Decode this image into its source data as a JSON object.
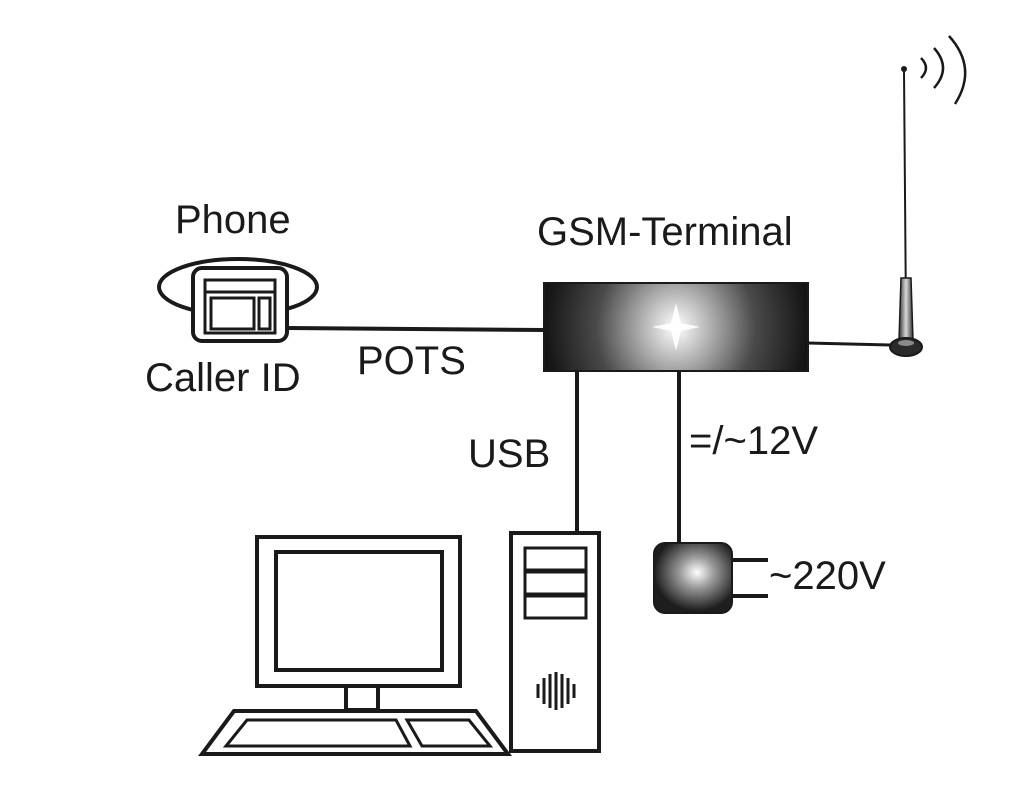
{
  "labels": {
    "phone": "Phone",
    "caller_id": "Caller ID",
    "pots": "POTS",
    "gsm_terminal": "GSM-Terminal",
    "usb": "USB",
    "dc_power": "=/~12V",
    "ac_power": "~220V"
  },
  "colors": {
    "stroke": "#1a1a1a",
    "background": "#ffffff"
  }
}
